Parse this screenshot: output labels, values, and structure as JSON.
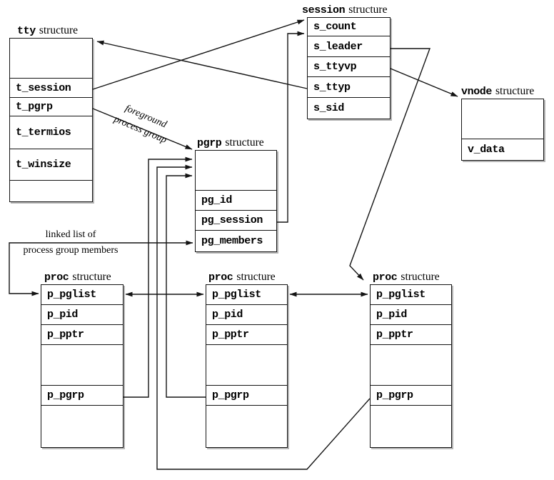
{
  "diagram": {
    "colors": {
      "line": "#141414",
      "background": "#ffffff",
      "text": "#000000",
      "shadow": "#787878"
    },
    "structs": {
      "tty": {
        "title": {
          "mono": "tty",
          "rest": "structure"
        },
        "fields": [
          "",
          "t_session",
          "t_pgrp",
          "t_termios",
          "t_winsize",
          ""
        ]
      },
      "session": {
        "title": {
          "mono": "session",
          "rest": "structure"
        },
        "fields": [
          "s_count",
          "s_leader",
          "s_ttyvp",
          "s_ttyp",
          "s_sid"
        ]
      },
      "vnode": {
        "title": {
          "mono": "vnode",
          "rest": "structure"
        },
        "fields": [
          "",
          "v_data"
        ]
      },
      "pgrp": {
        "title": {
          "mono": "pgrp",
          "rest": "structure"
        },
        "fields": [
          "",
          "pg_id",
          "pg_session",
          "pg_members"
        ]
      },
      "procs": [
        {
          "title": {
            "mono": "proc",
            "rest": "structure"
          },
          "fields": [
            "p_pglist",
            "p_pid",
            "p_pptr",
            "",
            "p_pgrp",
            ""
          ]
        },
        {
          "title": {
            "mono": "proc",
            "rest": "structure"
          },
          "fields": [
            "p_pglist",
            "p_pid",
            "p_pptr",
            "",
            "p_pgrp",
            ""
          ]
        },
        {
          "title": {
            "mono": "proc",
            "rest": "structure"
          },
          "fields": [
            "p_pglist",
            "p_pid",
            "p_pptr",
            "",
            "p_pgrp",
            ""
          ]
        }
      ]
    },
    "annotations": {
      "foreground": {
        "line1": "foreground",
        "line2": "process group"
      },
      "linked": {
        "line1": "linked list of",
        "line2": "process group members"
      }
    }
  }
}
